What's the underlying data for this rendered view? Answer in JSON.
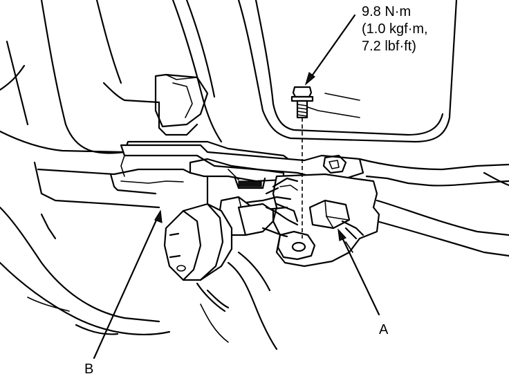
{
  "torque_spec": {
    "line1": "9.8 N·m",
    "line2": "(1.0 kgf·m,",
    "line3": "7.2 lbf·ft)"
  },
  "callouts": {
    "a": "A",
    "b": "B"
  }
}
